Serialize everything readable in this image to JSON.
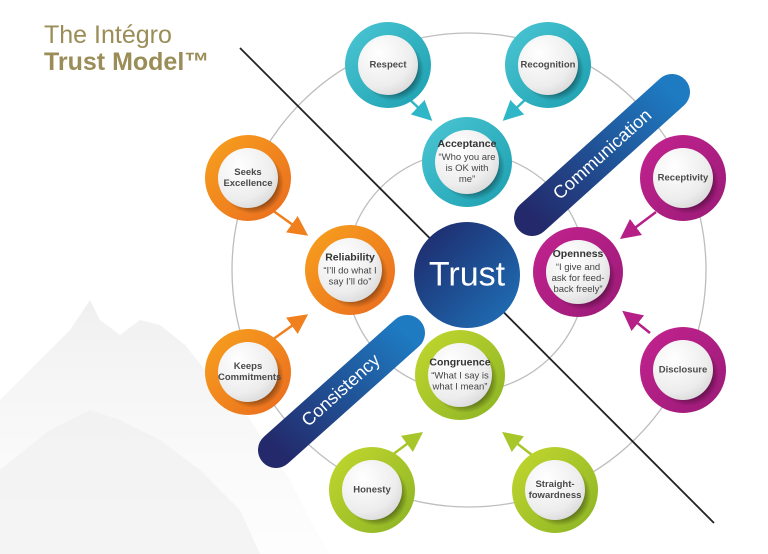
{
  "title": {
    "line1": "The Intégro",
    "line2": "Trust Model™",
    "color": "#9a8d58"
  },
  "center": {
    "label": "Trust",
    "colors": [
      "#1e2a6b",
      "#1f6fb6"
    ]
  },
  "pillars": [
    {
      "label": "Communication",
      "colors": [
        "#222e6e",
        "#1e78c0"
      ]
    },
    {
      "label": "Consistency",
      "colors": [
        "#222e6e",
        "#1e78c0"
      ]
    }
  ],
  "groups": [
    {
      "name": "acceptance",
      "color": "#2fb7c7",
      "primary": {
        "title": "Acceptance",
        "quote": "“Who you are is OK with me”"
      },
      "contributors": [
        "Respect",
        "Recognition"
      ]
    },
    {
      "name": "reliability",
      "color": "#f0801e",
      "primary": {
        "title": "Reliability",
        "quote": "“I’ll do what I say I’ll do”"
      },
      "contributors": [
        "Seeks Excellence",
        "Keeps Commitments"
      ]
    },
    {
      "name": "openness",
      "color": "#b51f86",
      "primary": {
        "title": "Openness",
        "quote": "“I give and ask for feed-back freely”"
      },
      "contributors": [
        "Receptivity",
        "Disclosure"
      ]
    },
    {
      "name": "congruence",
      "color": "#a6c62a",
      "primary": {
        "title": "Congruence",
        "quote": "“What I say is what I mean”"
      },
      "contributors": [
        "Honesty",
        "Straight-fowardness"
      ]
    }
  ]
}
